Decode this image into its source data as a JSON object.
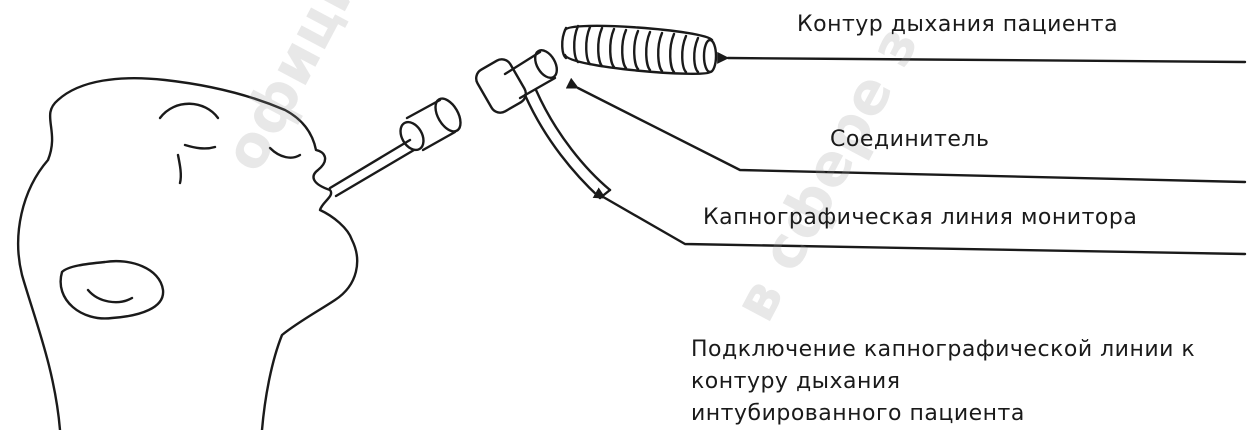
{
  "labels": {
    "breathing_circuit": "Контур дыхания пациента",
    "connector": "Соединитель",
    "capnography_line": "Капнографическая линия монитора"
  },
  "caption": {
    "line1": "Подключение капнографической линии к",
    "line2": "контуру дыхания",
    "line3": "интубированного пациента"
  },
  "watermark": {
    "text_a": "официальное сай",
    "text_b": "в сфере з"
  },
  "colors": {
    "ink": "#1a1a1a",
    "background": "#ffffff",
    "watermark": "#969696"
  }
}
